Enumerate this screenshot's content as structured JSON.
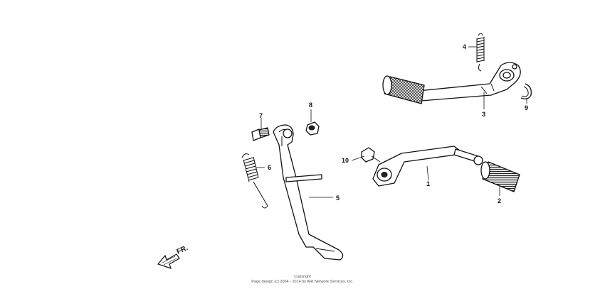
{
  "callouts": {
    "p1": "1",
    "p2": "2",
    "p3": "3",
    "p4": "4",
    "p5": "5",
    "p6": "6",
    "p7": "7",
    "p8": "8",
    "p9": "9",
    "p10": "10"
  },
  "direction_label": "FR.",
  "copyright": {
    "line1": "Copyright",
    "line2": "Page design (c) 2004 - 2014 by ARI Network Services, Inc."
  }
}
